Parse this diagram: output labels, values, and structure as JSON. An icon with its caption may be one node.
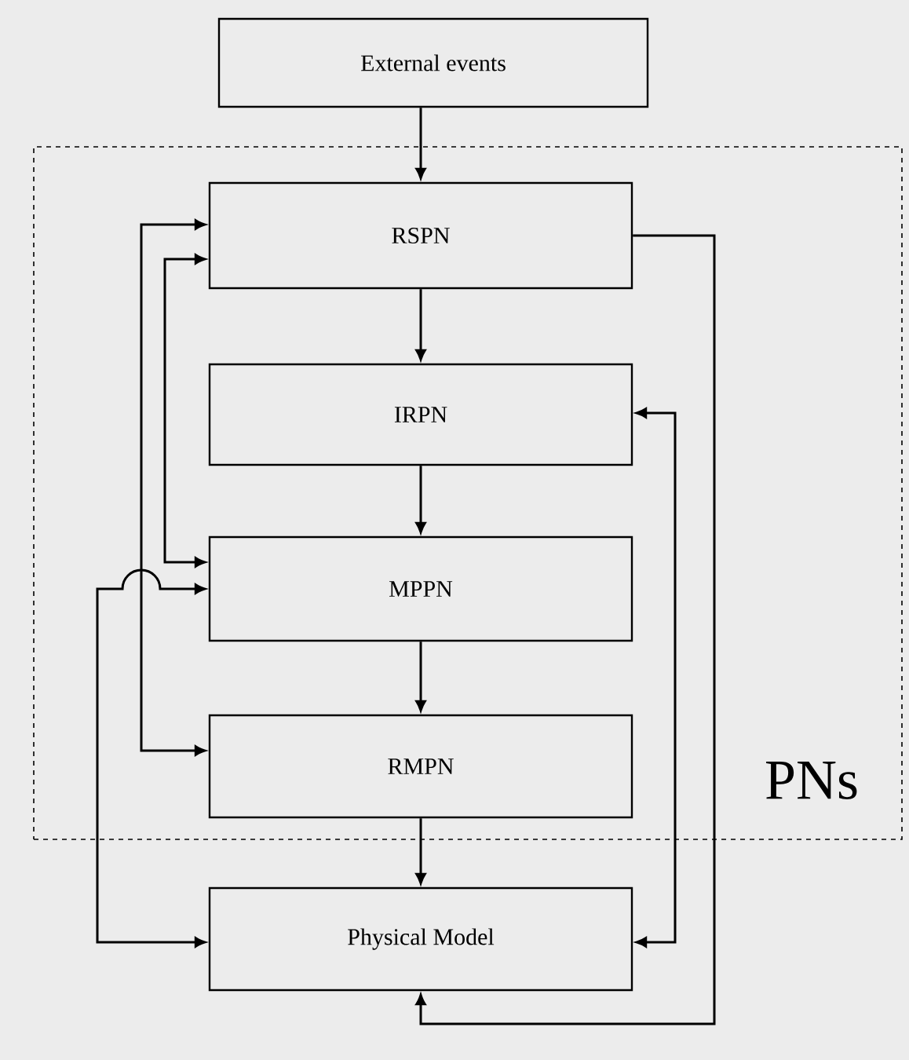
{
  "diagram": {
    "nodes": [
      {
        "text": [
          "External events"
        ]
      },
      {
        "text": [
          "PNs"
        ]
      },
      {
        "text": [
          "RSPN"
        ],
        "in": 1
      },
      {
        "text": [
          "IRPN"
        ],
        "in": 1
      },
      {
        "text": [
          "MPPN"
        ],
        "in": 1
      },
      {
        "text": [
          "RMPN"
        ],
        "in": 1
      },
      {
        "text": [
          "Physical Model"
        ]
      }
    ],
    "edges": [
      {
        "from": 0,
        "to": 2,
        "arrow": "to"
      },
      {
        "from": 2,
        "to": 3,
        "arrow": "to"
      },
      {
        "from": 3,
        "to": 4,
        "arrow": "to"
      },
      {
        "from": 4,
        "to": 5,
        "arrow": "to"
      },
      {
        "from": 5,
        "to": 6,
        "arrow": "to"
      },
      {
        "from": 2,
        "to": 5,
        "arrow": "both"
      },
      {
        "from": 2,
        "to": 4,
        "arrow": "both"
      },
      {
        "from": 6,
        "to": 4,
        "arrow": "both"
      },
      {
        "from": 3,
        "to": 6,
        "arrow": "both"
      },
      {
        "from": 2,
        "to": 6,
        "arrow": "to"
      }
    ]
  }
}
